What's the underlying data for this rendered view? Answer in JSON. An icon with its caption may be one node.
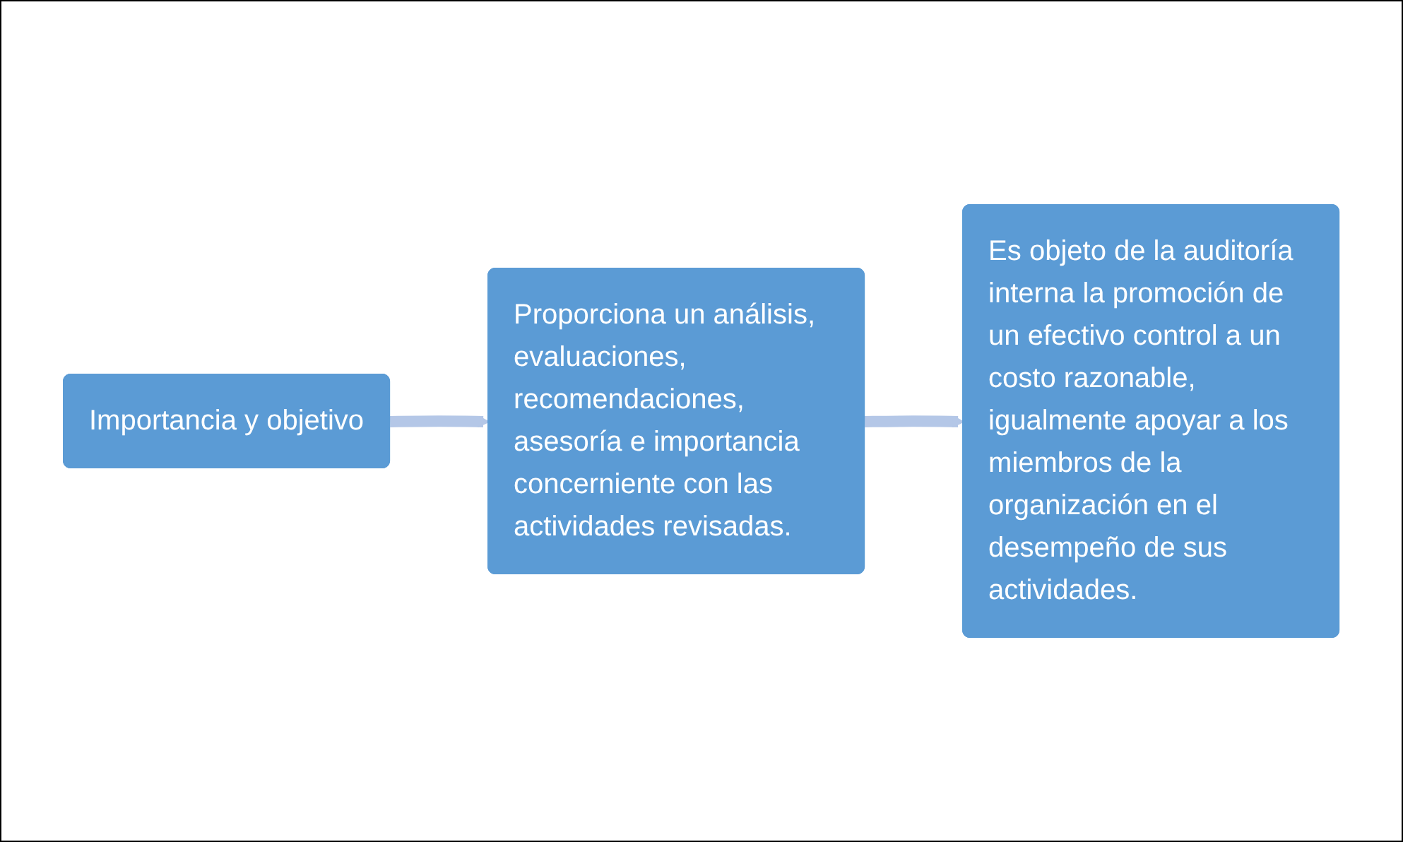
{
  "diagram": {
    "nodes": [
      {
        "text": [
          "Importancia y objetivo"
        ]
      },
      {
        "text": [
          "Proporciona un análisis, evaluaciones, recomendaciones, asesoría e importancia concerniente con las actividades revisadas."
        ]
      },
      {
        "text": [
          "Es objeto de la auditoría interna la promoción de un efectivo control a un costo razonable, igualmente apoyar a los miembros de la organización en el desempeño de sus actividades."
        ]
      }
    ],
    "edges": [
      {
        "from": 0,
        "to": 1,
        "arrow": "to"
      },
      {
        "from": 1,
        "to": 2,
        "arrow": "to"
      }
    ]
  }
}
